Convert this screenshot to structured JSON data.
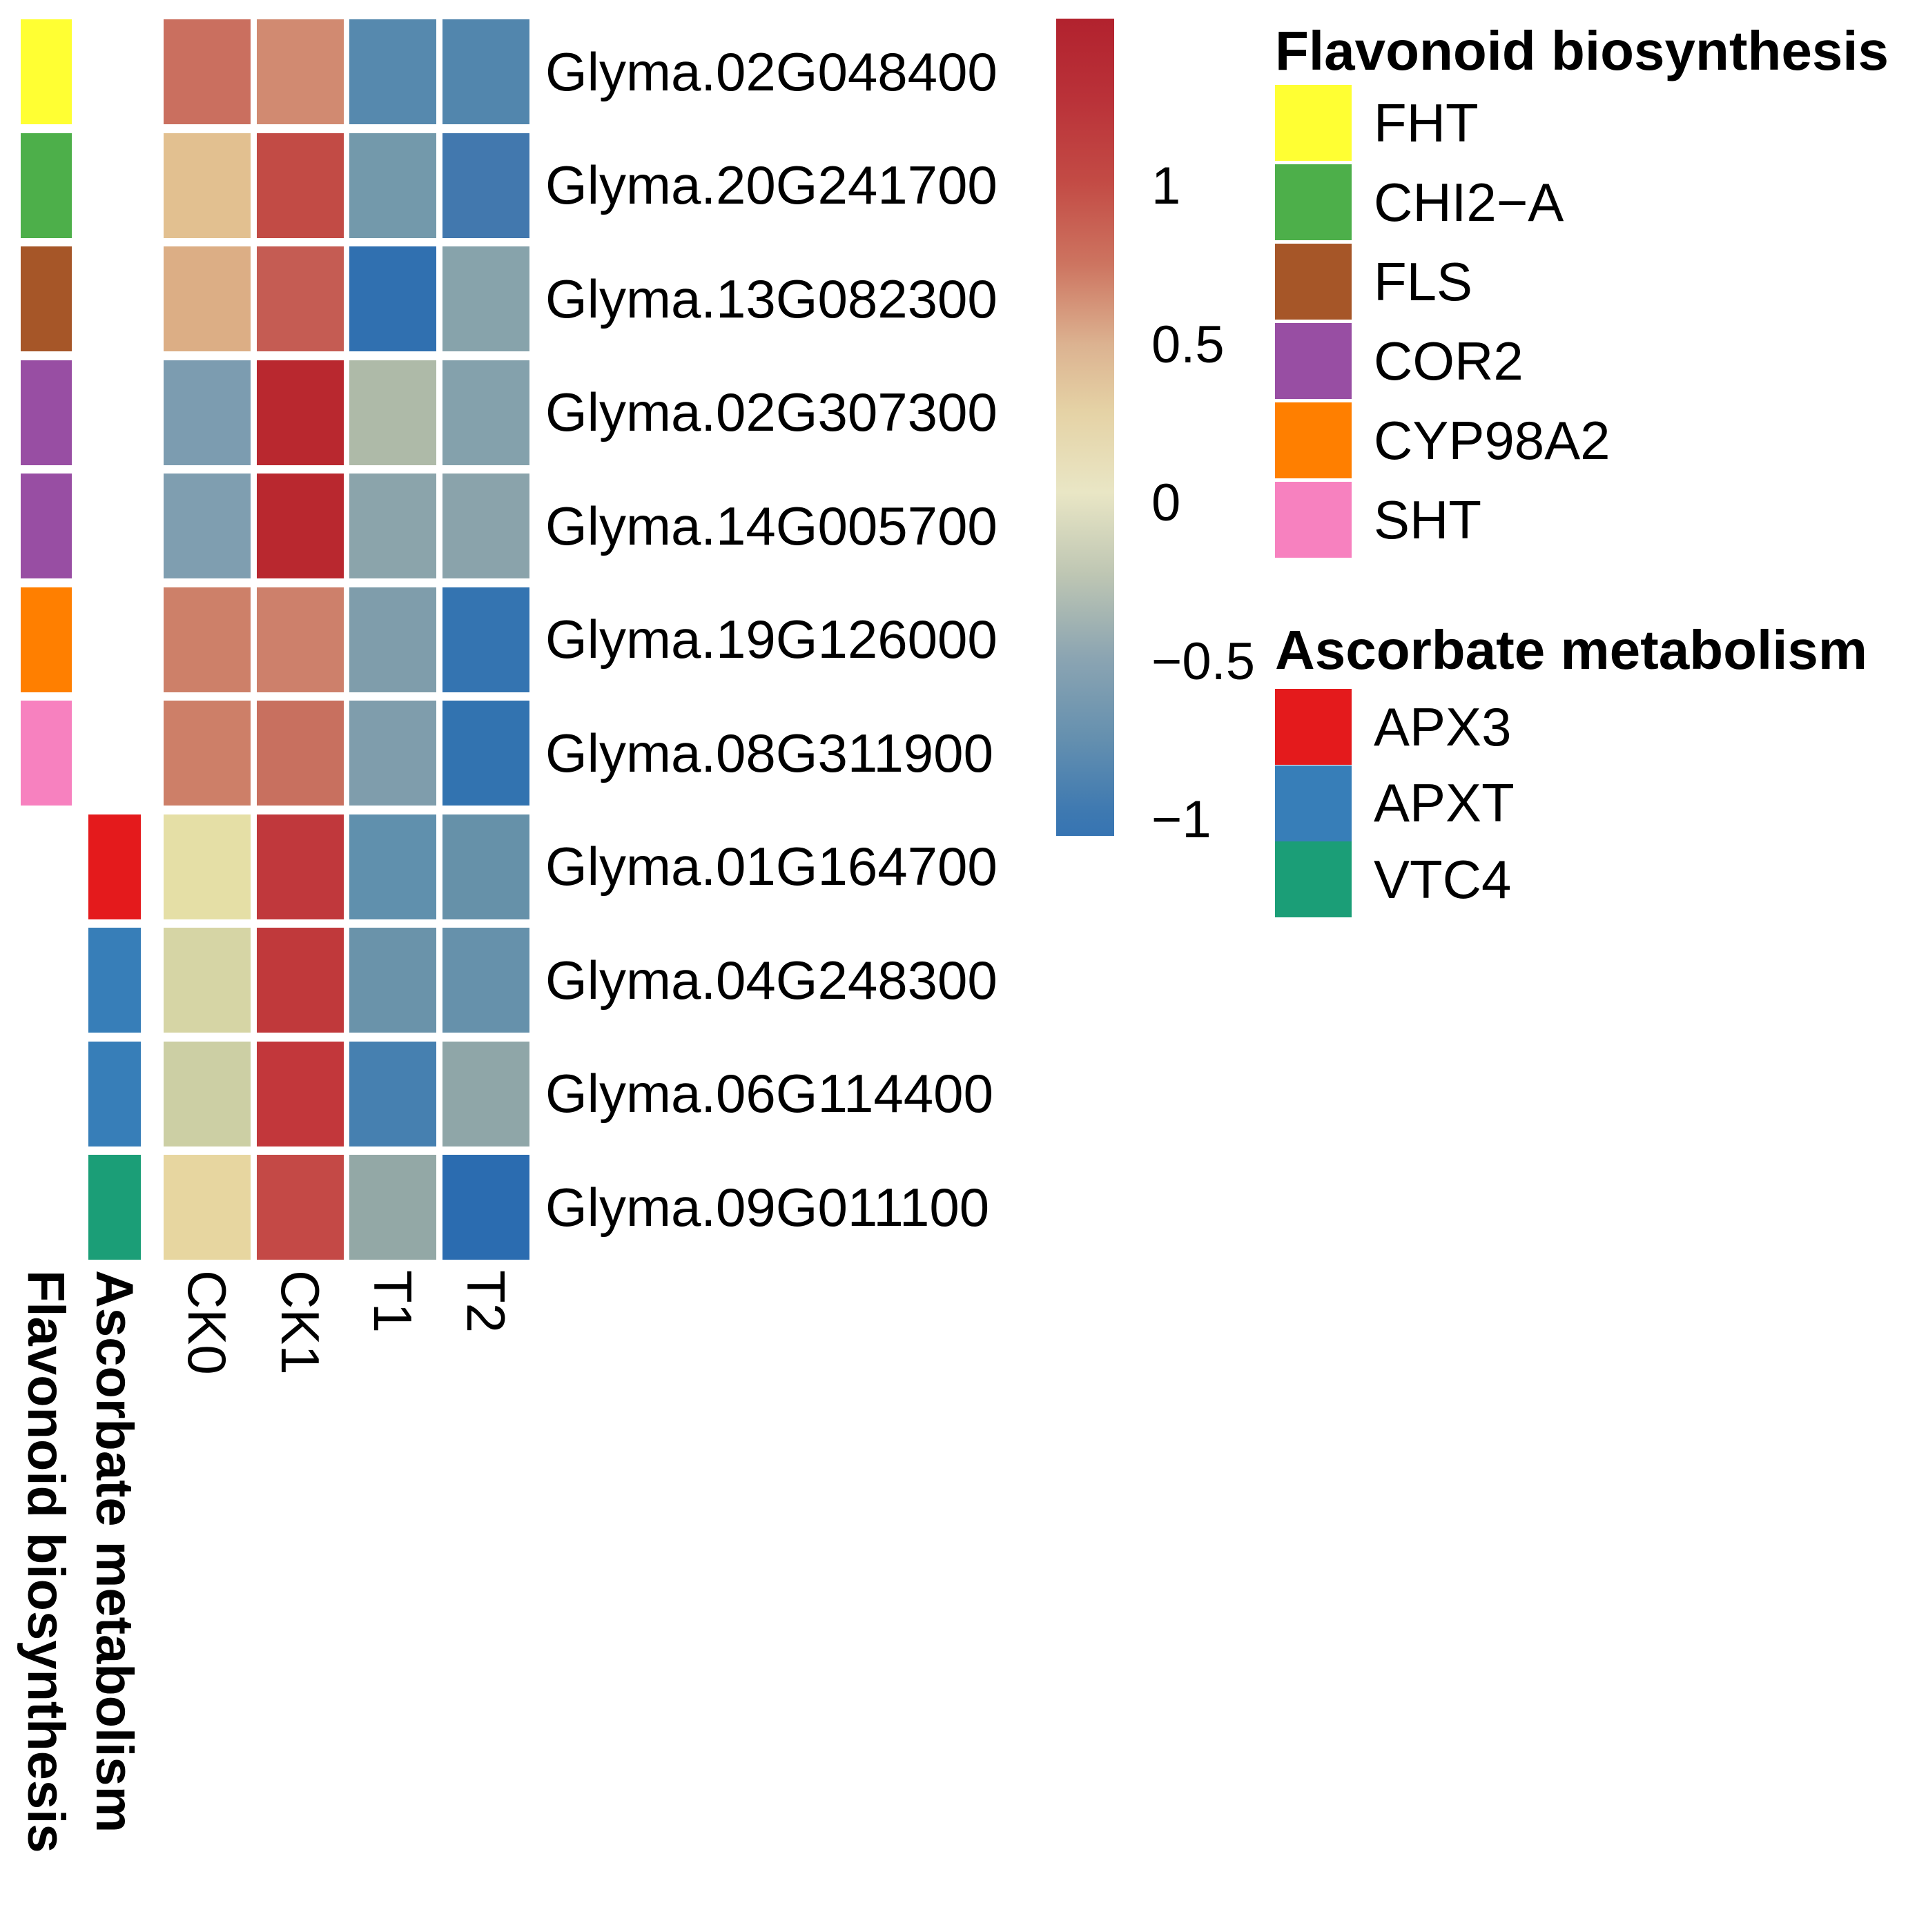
{
  "chart_data": {
    "type": "heatmap",
    "title": "",
    "columns": [
      "CK0",
      "CK1",
      "T1",
      "T2"
    ],
    "rows": [
      {
        "gene": "Glyma.02G048400",
        "family": "FHT",
        "pathway": "Flavonoid biosynthesis",
        "values": [
          0.85,
          0.7,
          -0.75,
          -0.8
        ],
        "colors": [
          "#ca6f5f",
          "#d18a71",
          "#5689ae",
          "#5286ad"
        ]
      },
      {
        "gene": "Glyma.20G241700",
        "family": "CHI2−A",
        "pathway": "Flavonoid biosynthesis",
        "values": [
          0.45,
          1.05,
          -0.55,
          -0.95
        ],
        "colors": [
          "#e2c090",
          "#c24b45",
          "#7399ab",
          "#4278ae"
        ]
      },
      {
        "gene": "Glyma.13G082300",
        "family": "FLS",
        "pathway": "Flavonoid biosynthesis",
        "values": [
          0.55,
          0.9,
          -1.0,
          -0.45
        ],
        "colors": [
          "#dcae85",
          "#c55c53",
          "#3070b0",
          "#87a3ab"
        ]
      },
      {
        "gene": "Glyma.02G307300",
        "family": "COR2",
        "pathway": "Flavonoid biosynthesis",
        "values": [
          -0.55,
          1.45,
          -0.35,
          -0.55
        ],
        "colors": [
          "#7c9cb0",
          "#b9282f",
          "#aebaa8",
          "#84a1ac"
        ]
      },
      {
        "gene": "Glyma.14G005700",
        "family": "COR2",
        "pathway": "Flavonoid biosynthesis",
        "values": [
          -0.55,
          1.45,
          -0.45,
          -0.45
        ],
        "colors": [
          "#7f9eb0",
          "#b9282f",
          "#8ba4ab",
          "#8aa3ab"
        ]
      },
      {
        "gene": "Glyma.19G126000",
        "family": "CYP98A2",
        "pathway": "Flavonoid biosynthesis",
        "values": [
          0.7,
          0.7,
          -0.5,
          -0.95
        ],
        "colors": [
          "#cd8069",
          "#cd806b",
          "#7f9dab",
          "#3474b1"
        ]
      },
      {
        "gene": "Glyma.08G311900",
        "family": "SHT",
        "pathway": "Flavonoid biosynthesis",
        "values": [
          0.7,
          0.8,
          -0.5,
          -1.0
        ],
        "colors": [
          "#cd7f68",
          "#c8705f",
          "#7f9dac",
          "#3273b0"
        ]
      },
      {
        "gene": "Glyma.01G164700",
        "family": "APX3",
        "pathway": "Ascorbate metabolism",
        "values": [
          0.15,
          1.15,
          -0.65,
          -0.6
        ],
        "colors": [
          "#e5dfa6",
          "#c0383c",
          "#6090ad",
          "#6691a9"
        ]
      },
      {
        "gene": "Glyma.04G248300",
        "family": "APXT",
        "pathway": "Ascorbate metabolism",
        "values": [
          0.1,
          1.15,
          -0.6,
          -0.6
        ],
        "colors": [
          "#d6d5a5",
          "#c0393b",
          "#6a93aa",
          "#6691ab"
        ]
      },
      {
        "gene": "Glyma.06G114400",
        "family": "APXT",
        "pathway": "Ascorbate metabolism",
        "values": [
          0.0,
          1.15,
          -0.8,
          -0.35
        ],
        "colors": [
          "#cccfa4",
          "#c2373b",
          "#4680b0",
          "#8fa6a8"
        ]
      },
      {
        "gene": "Glyma.09G011100",
        "family": "VTC4",
        "pathway": "Ascorbate metabolism",
        "values": [
          0.3,
          0.95,
          -0.3,
          -1.0
        ],
        "colors": [
          "#e7d6a0",
          "#c44946",
          "#93a8a6",
          "#2b6cb0"
        ]
      }
    ],
    "family_colors": {
      "FHT": "#ffff33",
      "CHI2−A": "#4daf4a",
      "FLS": "#a65628",
      "COR2": "#984ea3",
      "CYP98A2": "#ff7f00",
      "SHT": "#f781bf",
      "APX3": "#e41a1c",
      "APXT": "#377eb8",
      "VTC4": "#1b9e77"
    },
    "legends": [
      {
        "title": "Flavonoid biosynthesis",
        "items": [
          {
            "label": "FHT",
            "color": "#ffff33"
          },
          {
            "label": "CHI2−A",
            "color": "#4daf4a"
          },
          {
            "label": "FLS",
            "color": "#a65628"
          },
          {
            "label": "COR2",
            "color": "#984ea3"
          },
          {
            "label": "CYP98A2",
            "color": "#ff7f00"
          },
          {
            "label": "SHT",
            "color": "#f781bf"
          }
        ]
      },
      {
        "title": "Ascorbate metabolism",
        "items": [
          {
            "label": "APX3",
            "color": "#e41a1c"
          },
          {
            "label": "APXT",
            "color": "#377eb8"
          },
          {
            "label": "VTC4",
            "color": "#1b9e77"
          }
        ]
      }
    ],
    "colorbar": {
      "vmax": 1.53,
      "vmin": -1.05,
      "ticks": [
        {
          "label": "1",
          "value": 1
        },
        {
          "label": "0.5",
          "value": 0.5
        },
        {
          "label": "0",
          "value": 0
        },
        {
          "label": "−0.5",
          "value": -0.5
        },
        {
          "label": "−1",
          "value": -1
        }
      ],
      "gradient": [
        {
          "at": "0%",
          "color": "#b2222e"
        },
        {
          "at": "10%",
          "color": "#ba3239"
        },
        {
          "at": "20%",
          "color": "#c34b45"
        },
        {
          "at": "30%",
          "color": "#cd7460"
        },
        {
          "at": "40%",
          "color": "#dcb391"
        },
        {
          "at": "48%",
          "color": "#e5d2a5"
        },
        {
          "at": "58%",
          "color": "#e9e6c5"
        },
        {
          "at": "68%",
          "color": "#bec6b3"
        },
        {
          "at": "78%",
          "color": "#8ca5b2"
        },
        {
          "at": "88%",
          "color": "#6590af"
        },
        {
          "at": "97%",
          "color": "#3e79b1"
        },
        {
          "at": "100%",
          "color": "#3674b2"
        }
      ]
    },
    "bottom_axis": {
      "column_labels": [
        "CK0",
        "CK1",
        "T1",
        "T2"
      ],
      "annotation_labels": [
        "Flavonoid biosynthesis",
        "Ascorbate metabolism"
      ]
    },
    "axis_ranges": {
      "color_scale": [
        -1.05,
        1.53
      ]
    },
    "grid": false,
    "legend_position": "right"
  }
}
